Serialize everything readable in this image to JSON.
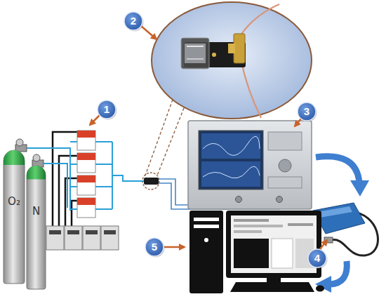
{
  "diagram": {
    "nodes": [
      {
        "text": [
          "2"
        ]
      },
      {
        "text": [
          "1"
        ]
      },
      {
        "text": [
          "3"
        ]
      },
      {
        "text": [
          "O₂"
        ]
      },
      {
        "text": [
          "N"
        ]
      },
      {
        "text": [
          "5"
        ]
      },
      {
        "text": [
          "4"
        ]
      }
    ]
  }
}
